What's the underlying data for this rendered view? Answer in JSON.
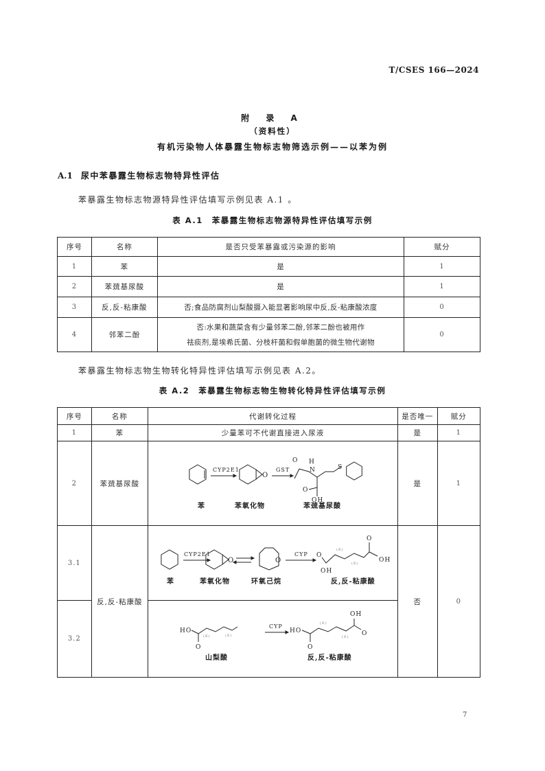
{
  "header": {
    "standard_code": "T/CSES 166—2024"
  },
  "appendix": {
    "label": "附 录 A",
    "nature": "（资料性）",
    "title": "有机污染物人体暴露生物标志物筛选示例——以苯为例"
  },
  "section_a1": {
    "number": "A.1",
    "heading": "尿中苯暴露生物标志物特异性评估",
    "intro": "苯暴露生物标志物源特异性评估填写示例见表 A.1 。"
  },
  "table_a1": {
    "caption": "表 A.1　苯暴露生物标志物源特异性评估填写示例",
    "headers": [
      "序号",
      "名称",
      "是否只受苯暴露或污染源的影响",
      "赋分"
    ],
    "rows": [
      {
        "no": "1",
        "name": "苯",
        "desc": "是",
        "score": "1"
      },
      {
        "no": "2",
        "name": "苯巯基尿酸",
        "desc": "是",
        "score": "1"
      },
      {
        "no": "3",
        "name": "反,反-粘康酸",
        "desc": "否;食品防腐剂山梨酸摄入能显著影响尿中反,反-粘康酸浓度",
        "score": "0"
      },
      {
        "no": "4",
        "name": "邻苯二酚",
        "desc_line1": "否:水果和蔬菜含有少量邻苯二酚,邻苯二酚也被用作",
        "desc_line2": "祛痰剂,是埃希氏菌、分枝杆菌和假单胞菌的微生物代谢物",
        "score": "0"
      }
    ]
  },
  "para_a2": "苯暴露生物标志物生物转化特异性评估填写示例见表 A.2。",
  "table_a2": {
    "caption": "表 A.2　苯暴露生物标志物生物转化特异性评估填写示例",
    "headers": [
      "序号",
      "名称",
      "代谢转化过程",
      "是否唯一",
      "赋分"
    ],
    "row1": {
      "no": "1",
      "name": "苯",
      "process": "少量苯可不代谢直接进入尿液",
      "unique": "是",
      "score": "1"
    },
    "row2": {
      "no": "2",
      "name": "苯巯基尿酸",
      "unique": "是",
      "score": "1",
      "scheme": {
        "enzyme1": "CYP2E1",
        "enzyme2": "GST",
        "atom_o": "O",
        "atom_n": "N",
        "atom_h": "H",
        "atom_s": "S",
        "group_oh": "OH",
        "labels": [
          "苯",
          "苯氧化物",
          "苯巯基尿酸"
        ]
      }
    },
    "row3": {
      "no1": "3.1",
      "no2": "3.2",
      "name": "反,反-粘康酸",
      "unique": "否",
      "score": "0",
      "scheme1": {
        "enzyme1": "CYP2E1",
        "enzyme2": "CYP",
        "atom_o": "O",
        "group_oh": "OH",
        "stereo": "(E)",
        "labels": [
          "苯",
          "苯氧化物",
          "环氧己烷",
          "反,反-粘康酸"
        ]
      },
      "scheme2": {
        "enzyme": "CYP",
        "group_ho": "HO",
        "group_oh": "OH",
        "atom_o": "O",
        "stereo": "(E)",
        "labels": [
          "山梨酸",
          "反,反-粘康酸"
        ]
      }
    }
  },
  "page_number": "7"
}
